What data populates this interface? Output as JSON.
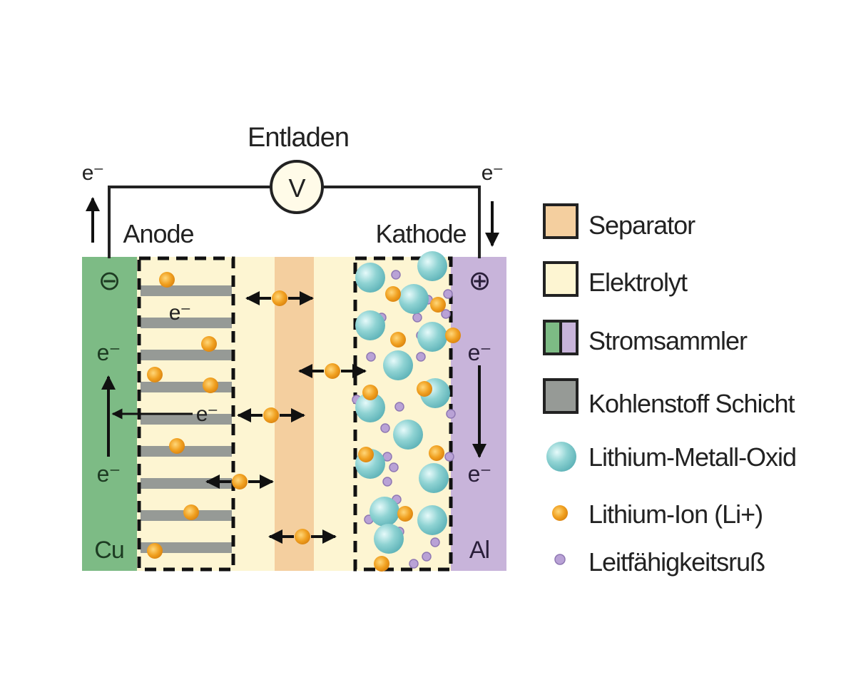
{
  "diagram": {
    "title": "Entladen",
    "voltmeter_symbol": "V",
    "electron_label": "e⁻",
    "anode_label": "Anode",
    "cathode_label": "Kathode",
    "anode_terminal": "⊖",
    "cathode_terminal": "⊕",
    "anode_collector": "Cu",
    "cathode_collector": "Al"
  },
  "legend": [
    {
      "label": "Separator",
      "icon": "separator-swatch"
    },
    {
      "label": "Elektrolyt",
      "icon": "electrolyte-swatch"
    },
    {
      "label": "Stromsammler",
      "icon": "current-collector-swatch"
    },
    {
      "label": "Kohlenstoff Schicht",
      "icon": "carbon-layer-swatch"
    },
    {
      "label": "Lithium-Metall-Oxid",
      "icon": "lithium-metal-oxide-sphere"
    },
    {
      "label": "Lithium-Ion (Li+)",
      "icon": "lithium-ion-dot"
    },
    {
      "label": "Leitfähigkeitsruß",
      "icon": "conductive-carbon-dot"
    }
  ],
  "colors": {
    "copper_collector": "#7dbb85",
    "aluminium_collector": "#c8b4da",
    "electrolyte": "#fdf5d2",
    "separator": "#f4cf9f",
    "carbon_layer": "#969a96",
    "lithium_metal_oxide": "#8fd3d3",
    "lithium_ion": "#f0a020",
    "conductive_carbon": "#b9a2d6"
  }
}
